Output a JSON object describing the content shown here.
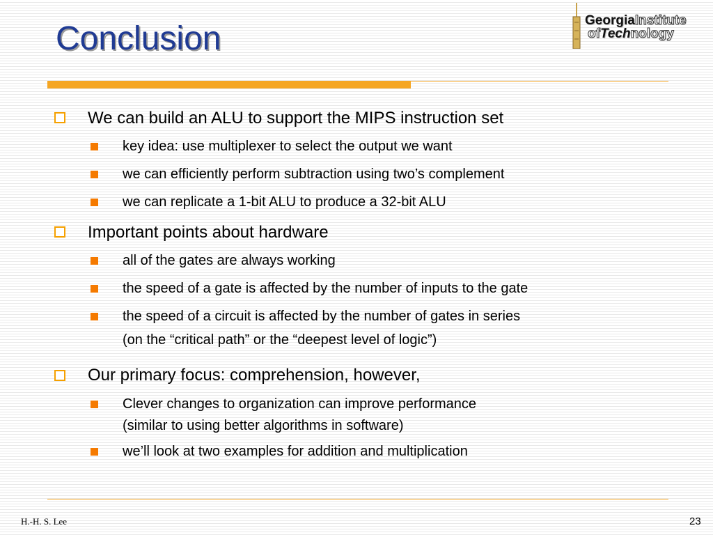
{
  "slide": {
    "title": "Conclusion",
    "logo": {
      "line1_bold": "Georgia",
      "line1_outline": "Institute",
      "line2_outline_a": "of",
      "line2_bold": "Tech",
      "line2_outline_b": "nology"
    },
    "bullets": [
      {
        "text": "We can build an ALU to support the MIPS instruction set",
        "sub": [
          "key idea:  use multiplexer to select the output we want",
          "we can efficiently perform subtraction using two’s complement",
          "we can replicate a 1-bit ALU to produce a 32-bit ALU"
        ]
      },
      {
        "text": "Important points about hardware",
        "sub": [
          "all of the gates are always working",
          "the speed of a gate is affected by the number of inputs to the gate",
          "the speed of a circuit is affected by the number of gates in series",
          "(on the “critical path” or the “deepest level of logic”)"
        ]
      },
      {
        "text": "Our primary focus:  comprehension,  however,",
        "sub": [
          "Clever changes to organization can improve performance",
          "(similar to using better algorithms in software)",
          "we’ll look at two examples for addition and multiplication"
        ]
      }
    ],
    "footer": {
      "author": "H.-H. S. Lee",
      "page": "23"
    },
    "colors": {
      "title": "#1f3a93",
      "accent": "#f5a623",
      "bullet_square": "#f57a00"
    }
  }
}
